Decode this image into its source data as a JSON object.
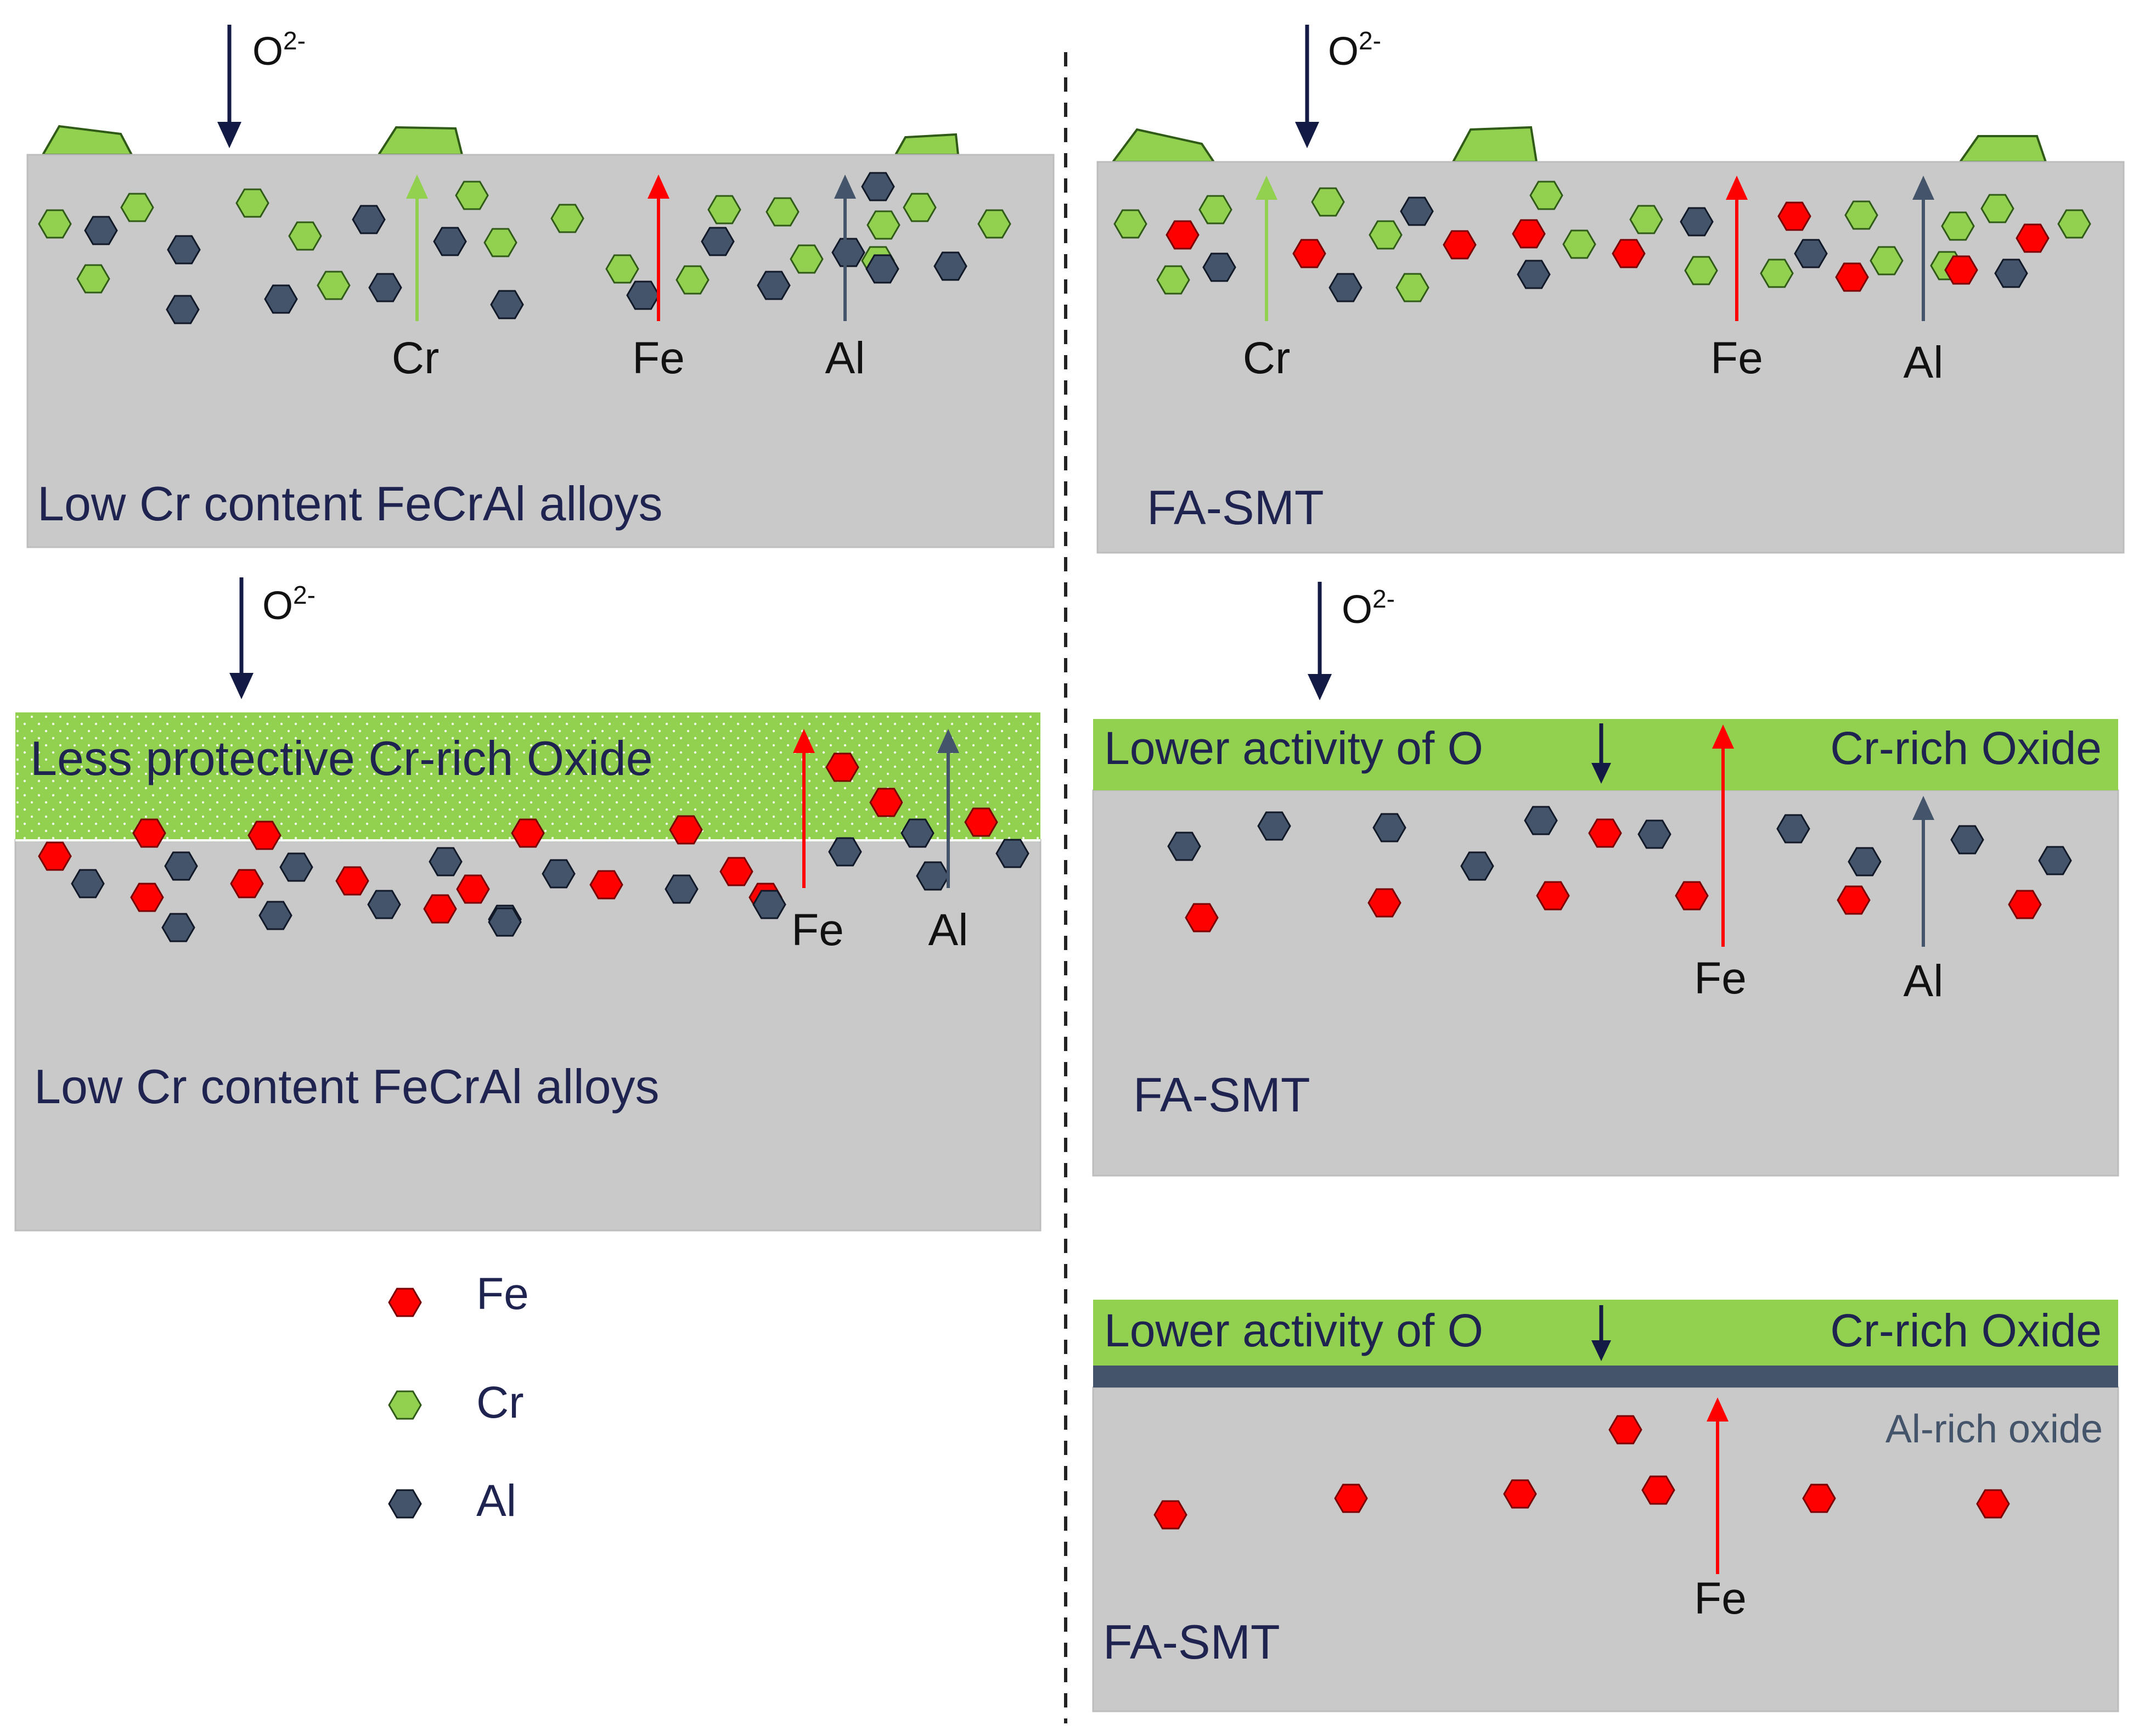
{
  "colors": {
    "fe": "#ff0000",
    "cr": "#92d050",
    "al": "#44546a",
    "alloy": "#c9c9c9",
    "oxide": "#92d050",
    "text_dark": "#1f2350",
    "arrow_o": "#131a44"
  },
  "species_labels": {
    "cr": "Cr",
    "fe": "Fe",
    "al": "Al"
  },
  "oxygen_label": {
    "base": "O",
    "charge": "2-"
  },
  "panels": {
    "left_top": {
      "material": "Low Cr content FeCrAl alloys"
    },
    "left_mid": {
      "oxide": "Less protective Cr-rich Oxide",
      "material": "Low Cr content FeCrAl alloys"
    },
    "right_top": {
      "material": "FA-SMT"
    },
    "right_mid": {
      "oxide_left": "Lower activity of O",
      "oxide_right": "Cr-rich Oxide",
      "material": "FA-SMT"
    },
    "right_bottom": {
      "oxide_left": "Lower activity of O",
      "oxide_right": "Cr-rich Oxide",
      "al_oxide": "Al-rich oxide",
      "material": "FA-SMT"
    }
  },
  "legend": [
    {
      "icon": "fe-hexagon-icon",
      "label": "Fe"
    },
    {
      "icon": "cr-hexagon-icon",
      "label": "Cr"
    },
    {
      "icon": "al-hexagon-icon",
      "label": "Al"
    }
  ]
}
